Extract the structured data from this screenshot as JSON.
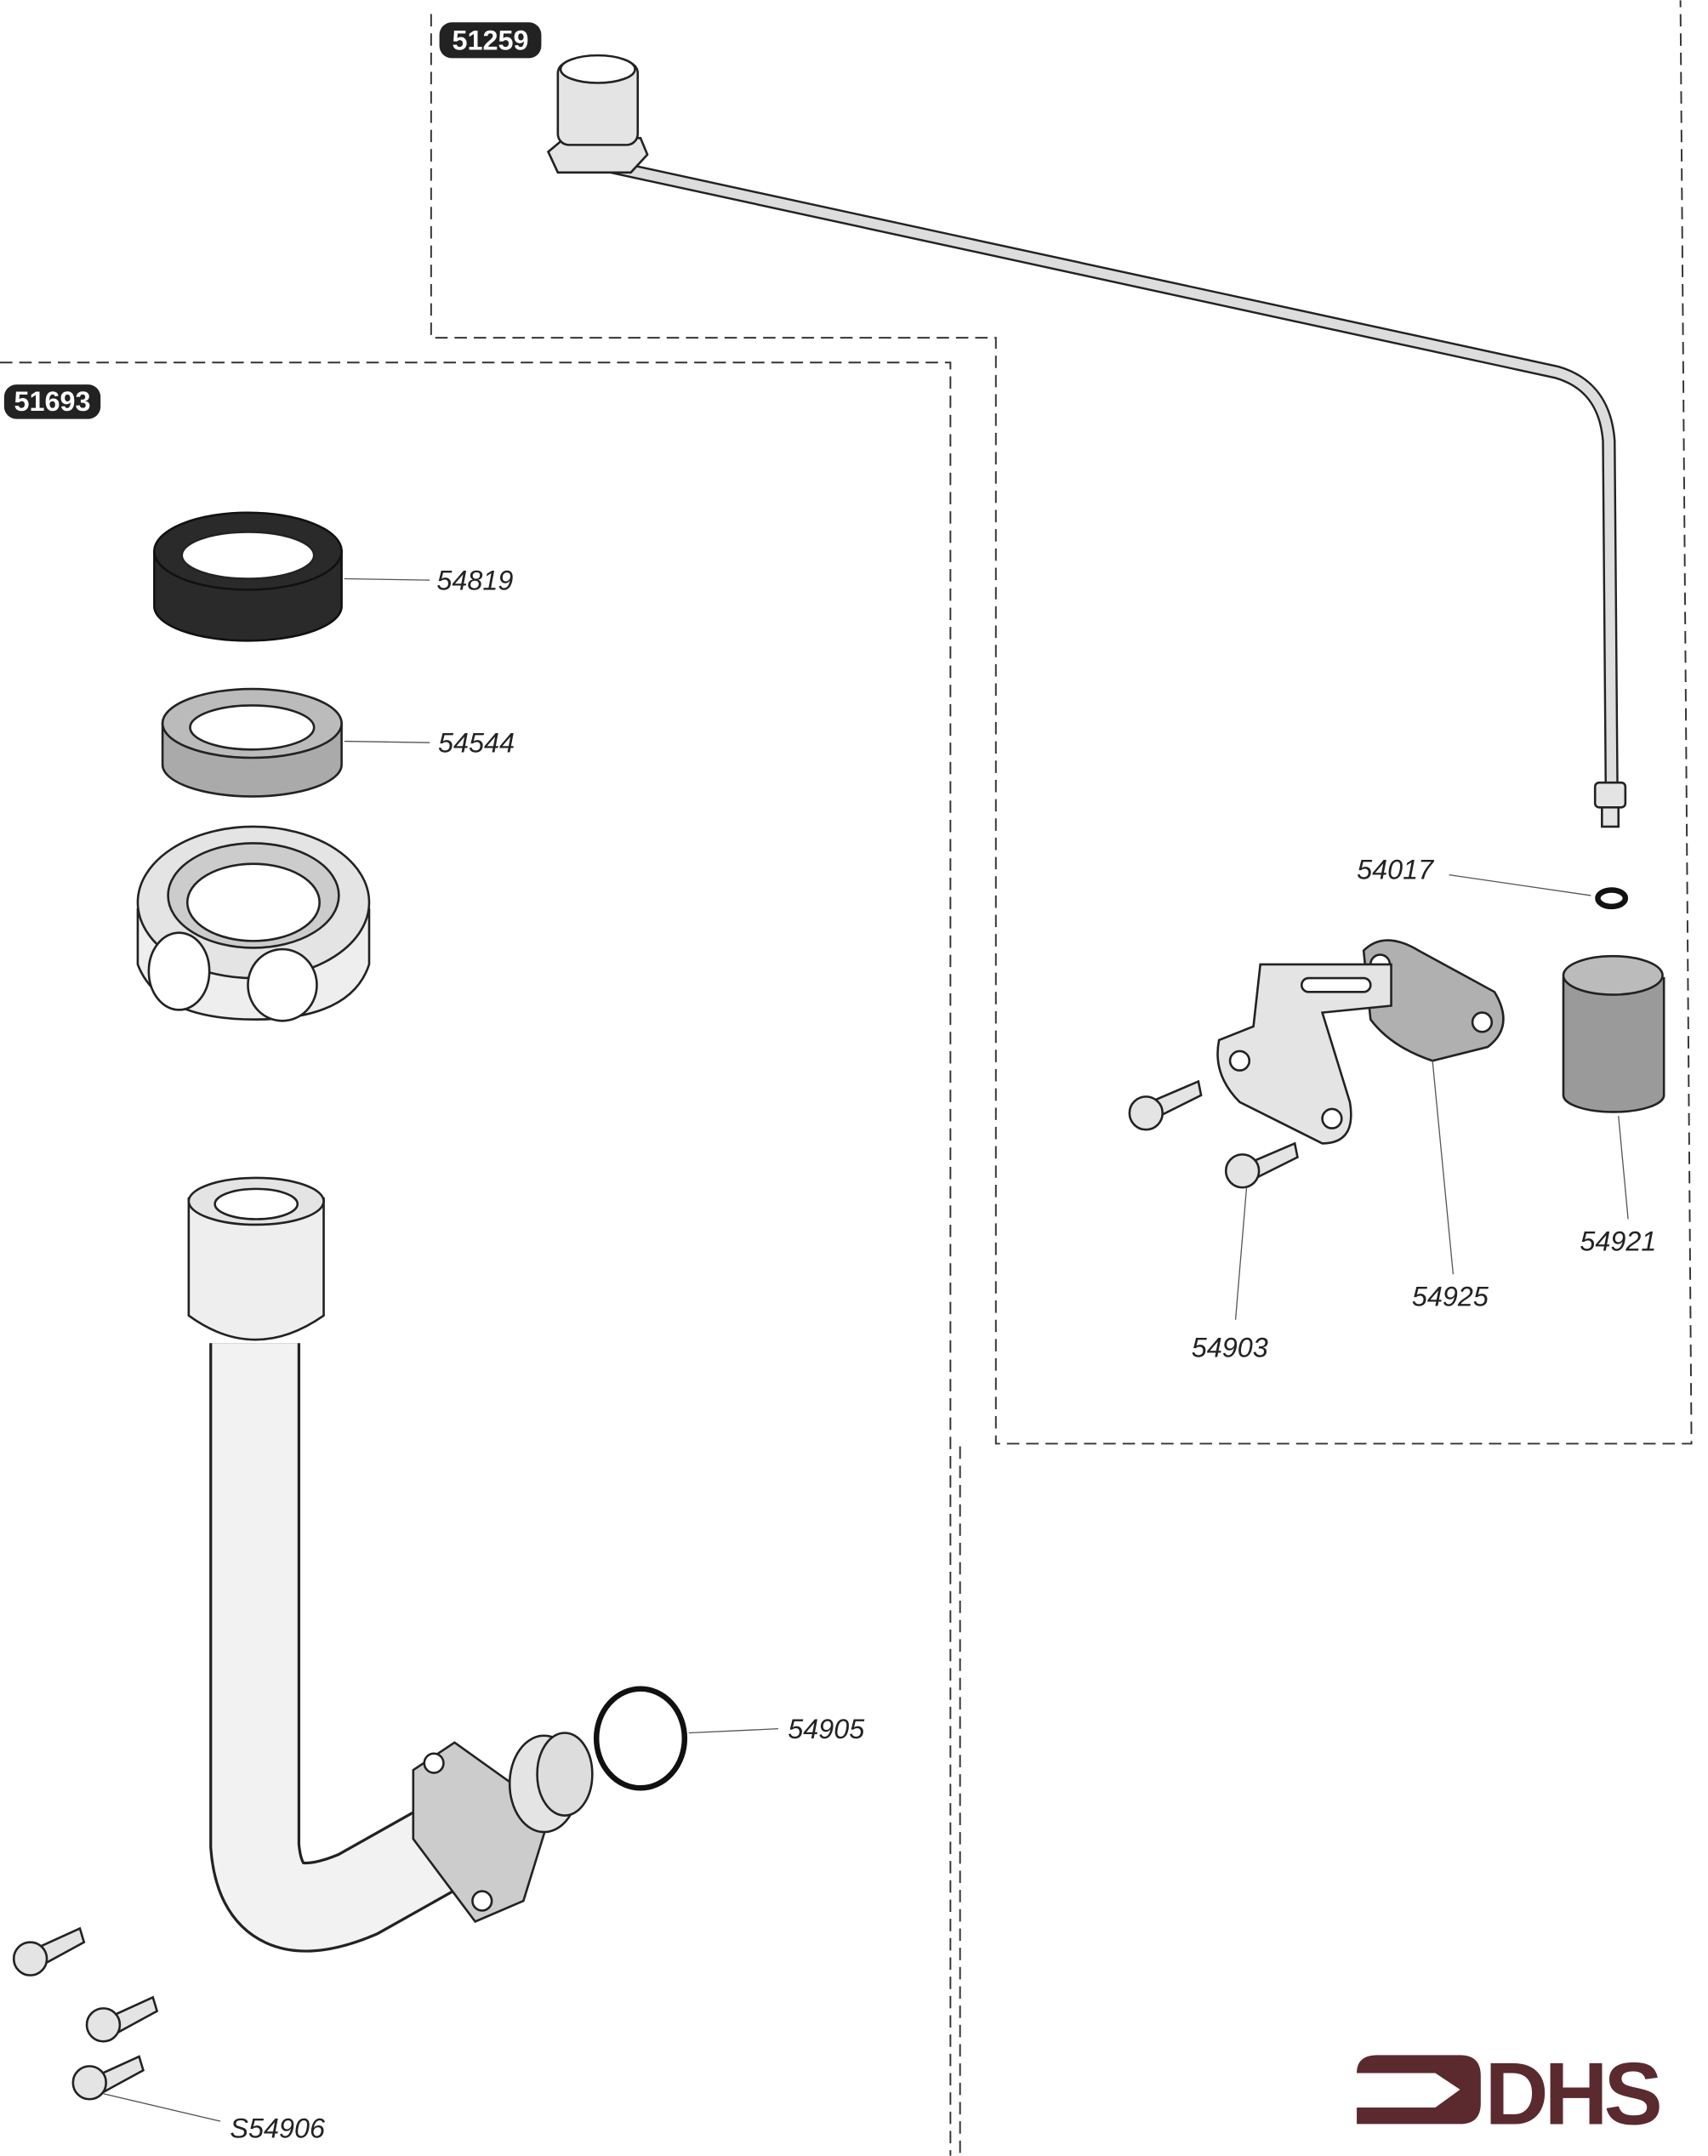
{
  "assemblies": [
    {
      "id": "51259"
    },
    {
      "id": "51693"
    }
  ],
  "parts": {
    "p54819": "54819",
    "p54544": "54544",
    "p54017": "54017",
    "p54921": "54921",
    "p54925": "54925",
    "p54903": "54903",
    "p54905": "54905",
    "pS54906": "S54906"
  },
  "logo": {
    "text": "DHS",
    "color": "#5a2a2e"
  }
}
